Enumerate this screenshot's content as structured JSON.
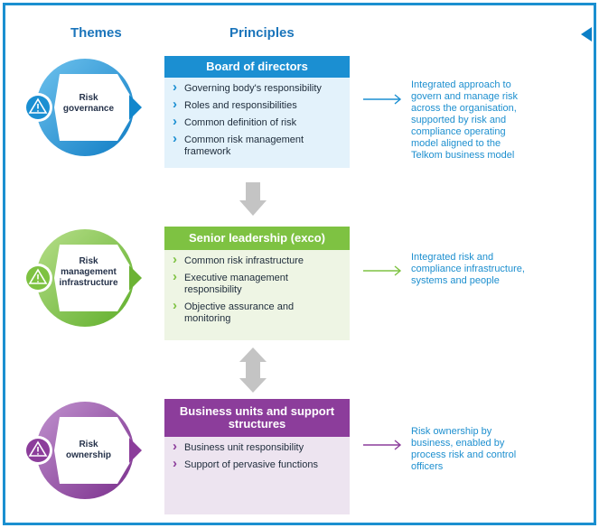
{
  "headers": {
    "themes": "Themes",
    "principles": "Principles"
  },
  "rows": [
    {
      "theme": "Risk governance",
      "theme_lines": [
        "Risk",
        "governance"
      ],
      "principle_title": "Board of directors",
      "bullets": [
        "Governing body's responsibility",
        "Roles and responsibilities",
        "Common definition of risk",
        "Common risk management framework"
      ],
      "description": "Integrated approach to govern and manage risk across the organisation, supported by risk and compliance operating model aligned to the Telkom business model",
      "accent": "#1b8fd2",
      "accent_light": "#e3f2fb",
      "desc_color": "#1d8fcf"
    },
    {
      "theme": "Risk management infrastructure",
      "theme_lines": [
        "Risk",
        "management",
        "infrastructure"
      ],
      "principle_title": "Senior leadership (exco)",
      "bullets": [
        "Common risk infrastructure",
        "Executive management responsibility",
        "Objective assurance and monitoring"
      ],
      "description": "Integrated risk and compliance infrastructure, systems and people",
      "accent": "#7ec242",
      "accent_light": "#eef5e4",
      "desc_color": "#1d8fcf"
    },
    {
      "theme": "Risk ownership",
      "theme_lines": [
        "Risk",
        "ownership"
      ],
      "principle_title": "Business units and support structures",
      "bullets": [
        "Business unit responsibility",
        "Support of pervasive functions"
      ],
      "description": "Risk ownership by business, enabled by process risk and control officers",
      "accent": "#8c3d9b",
      "accent_light": "#ede4f0",
      "desc_color": "#1d8fcf"
    }
  ],
  "colors": {
    "frame": "#1a8fd0",
    "header_text": "#1b75bb",
    "connector": "#c4c4c4",
    "warning_icon": "warning-triangle-icon"
  }
}
